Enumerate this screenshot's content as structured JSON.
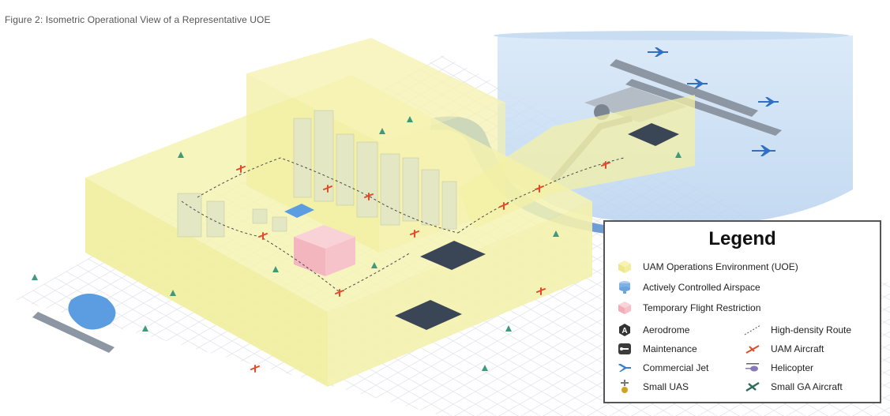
{
  "caption": "Figure 2: Isometric Operational View of a Representative UOE",
  "legend": {
    "title": "Legend",
    "items": [
      {
        "label": "UAM Operations Environment (UOE)",
        "icon": "uoe-cube-icon",
        "color": "#f3f0a0"
      },
      {
        "label": "Actively Controlled Airspace",
        "icon": "controlled-airspace-icon",
        "color": "#8ab8e8"
      },
      {
        "label": "Temporary Flight Restriction",
        "icon": "tfr-cube-icon",
        "color": "#f5b8c0"
      },
      {
        "label": "Aerodrome",
        "icon": "aerodrome-icon",
        "color": "#333333"
      },
      {
        "label": "High-density Route",
        "icon": "dashed-route-icon",
        "color": "#555555"
      },
      {
        "label": "Maintenance",
        "icon": "maintenance-icon",
        "color": "#333333"
      },
      {
        "label": "UAM Aircraft",
        "icon": "uam-aircraft-icon",
        "color": "#e24a2a"
      },
      {
        "label": "Commercial Jet",
        "icon": "commercial-jet-icon",
        "color": "#3a7fd0"
      },
      {
        "label": "Helicopter",
        "icon": "helicopter-icon",
        "color": "#8878b8"
      },
      {
        "label": "Small UAS",
        "icon": "small-uas-icon",
        "color": "#d4a020"
      },
      {
        "label": "Small GA Aircraft",
        "icon": "small-ga-aircraft-icon",
        "color": "#2e6b5a"
      }
    ]
  },
  "colors": {
    "uoe": "#f4f2a6",
    "controlled_airspace": "#c9ddf2",
    "tfr": "#f6c1c8",
    "river": "#6f9ed6",
    "grid": "#dfe4ea"
  }
}
